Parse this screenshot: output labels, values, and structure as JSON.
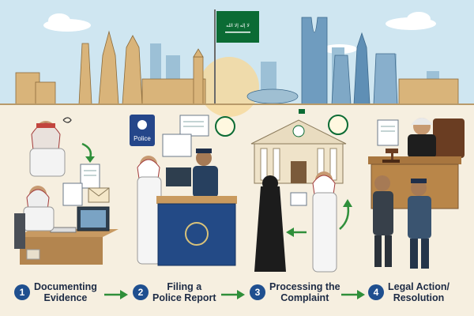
{
  "flag_text": "لا إله إلا الله",
  "police_sign": "Police",
  "steps": [
    {
      "number": "1",
      "line1": "Documenting",
      "line2": "Evidence"
    },
    {
      "number": "2",
      "line1": "Filing a",
      "line2": "Police Report"
    },
    {
      "number": "3",
      "line1": "Processing the",
      "line2": "Complaint"
    },
    {
      "number": "4",
      "line1": "Legal Action/",
      "line2": "Resolution"
    }
  ],
  "colors": {
    "step_circle": "#1f4f8f",
    "arrow": "#2f8f3a",
    "flag": "#0b6b34",
    "sky": "#cfe6f1",
    "ground": "#f6efe0"
  },
  "icons": [
    "stress-icon",
    "envelope-icon",
    "document-icon",
    "emblem-icon",
    "justice-scale-icon",
    "gavel-icon"
  ]
}
